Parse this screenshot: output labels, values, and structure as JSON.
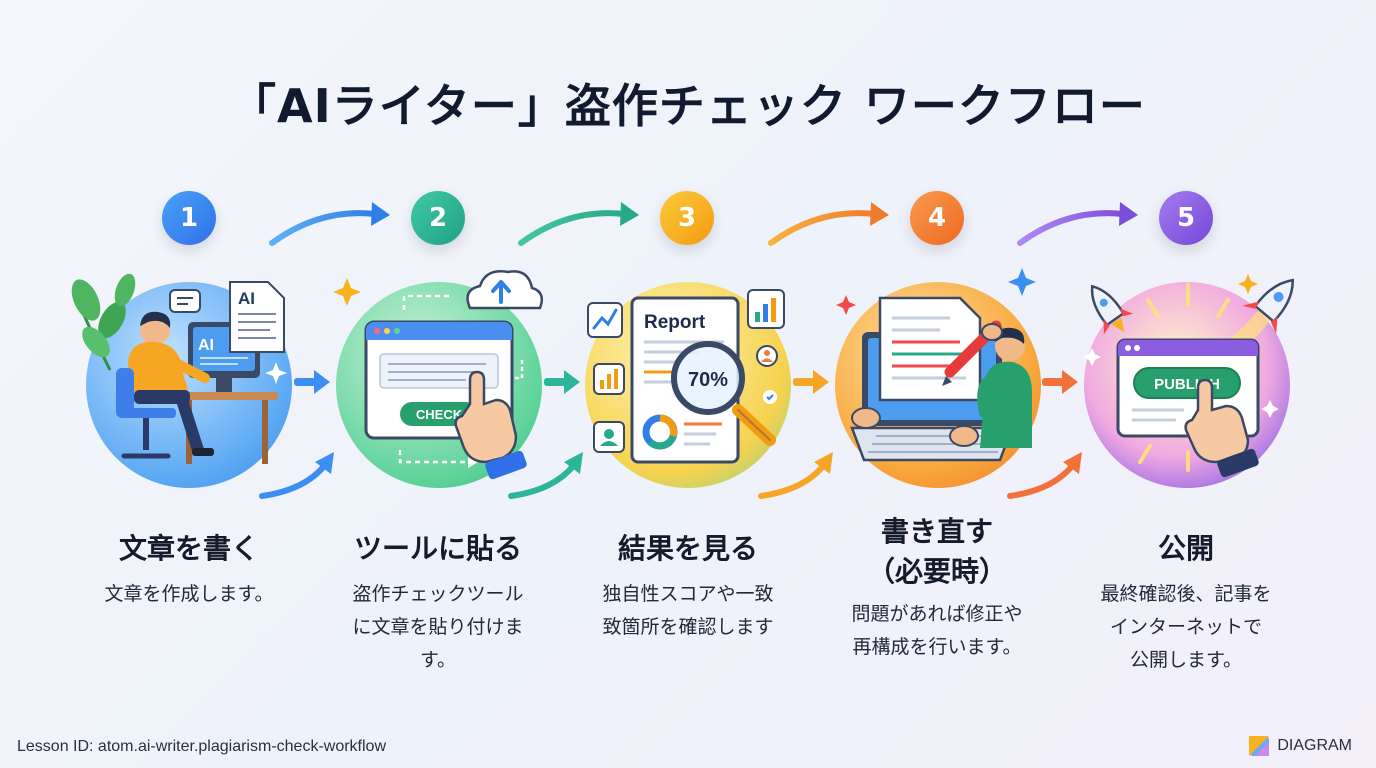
{
  "title": "「AIライター」盗作チェック ワークフロー",
  "steps": [
    {
      "number": "1",
      "title": "文章を書く",
      "desc": [
        "文章を作成します。"
      ],
      "color": "#3d8ef2"
    },
    {
      "number": "2",
      "title": "ツールに貼る",
      "desc": [
        "盗作チェックツール",
        "に文章を貼り付けま",
        "す。"
      ],
      "color": "#2db59a"
    },
    {
      "number": "3",
      "title": "結果を見る",
      "desc": [
        "独自性スコアや一致",
        "致箇所を確認します"
      ],
      "color": "#f7b21e"
    },
    {
      "number": "4",
      "title": "書き直す",
      "title2": "（必要時）",
      "desc": [
        "問題があれば修正や",
        "再構成を行います。"
      ],
      "color": "#f27a35"
    },
    {
      "number": "5",
      "title": "公開",
      "desc": [
        "最終確認後、記事を",
        "インターネットで",
        "公開します。"
      ],
      "color": "#8a5de0"
    }
  ],
  "illustrations": {
    "step1_doc_label": "AI",
    "step1_screen_label": "AI",
    "step2_button": "CHECK",
    "step3_report": "Report",
    "step3_score": "70%",
    "step5_button": "PUBLISH"
  },
  "footer": {
    "lesson_id": "Lesson ID: atom.ai-writer.plagiarism-check-workflow",
    "brand": "DIAGRAM"
  },
  "icons": {
    "step1": "writer-at-desk-icon",
    "step2": "browser-check-cloud-icon",
    "step3": "report-magnifier-icon",
    "step4": "editing-document-icon",
    "step5": "publish-rocket-icon",
    "brand_logo": "diagram-logo-icon"
  }
}
